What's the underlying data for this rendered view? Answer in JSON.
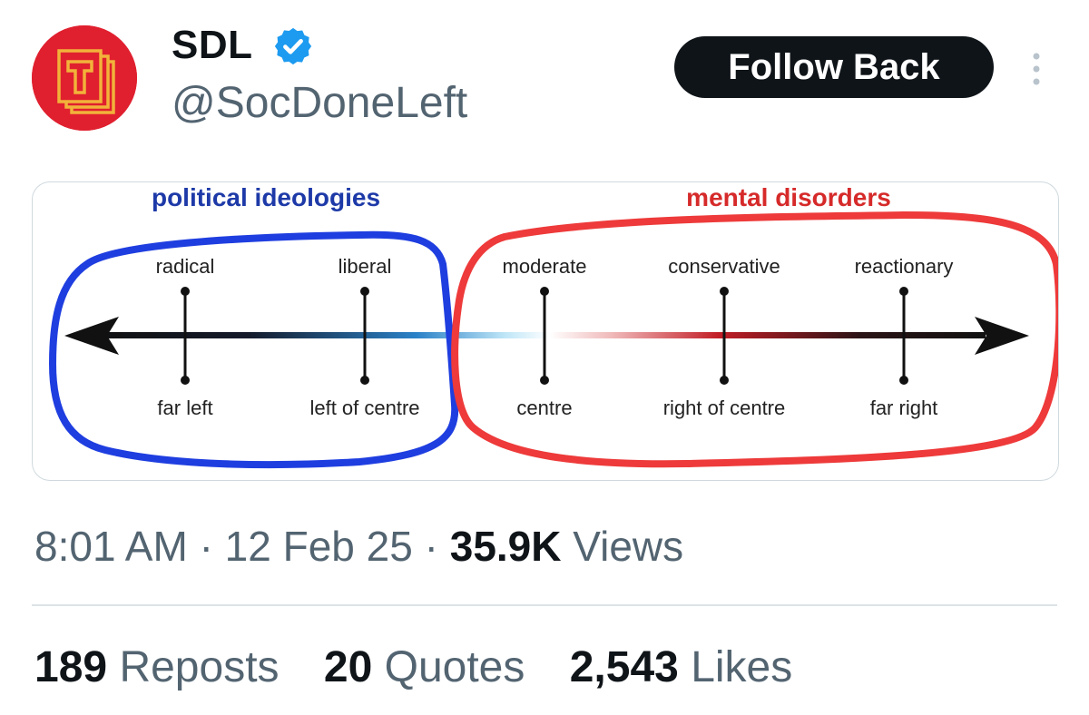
{
  "author": {
    "display_name": "SDL",
    "handle": "@SocDoneLeft",
    "verified": true,
    "avatar_icon": "book-t-logo-icon",
    "avatar_color": "#e0202f"
  },
  "follow_button": {
    "label": "Follow Back"
  },
  "more_icon": "more-options-icon",
  "media": {
    "left_title": "political ideologies",
    "right_title": "mental disorders",
    "top_labels": [
      "radical",
      "liberal",
      "moderate",
      "conservative",
      "reactionary"
    ],
    "bottom_labels": [
      "far left",
      "left of centre",
      "centre",
      "right of centre",
      "far right"
    ],
    "colors": {
      "blue": "#1e3aa8",
      "red": "#d62a2a"
    }
  },
  "meta": {
    "time": "8:01 AM",
    "separator": "·",
    "date": "12 Feb 25",
    "views_count": "35.9K",
    "views_label": "Views"
  },
  "stats": {
    "reposts_count": "189",
    "reposts_label": "Reposts",
    "quotes_count": "20",
    "quotes_label": "Quotes",
    "likes_count": "2,543",
    "likes_label": "Likes"
  }
}
